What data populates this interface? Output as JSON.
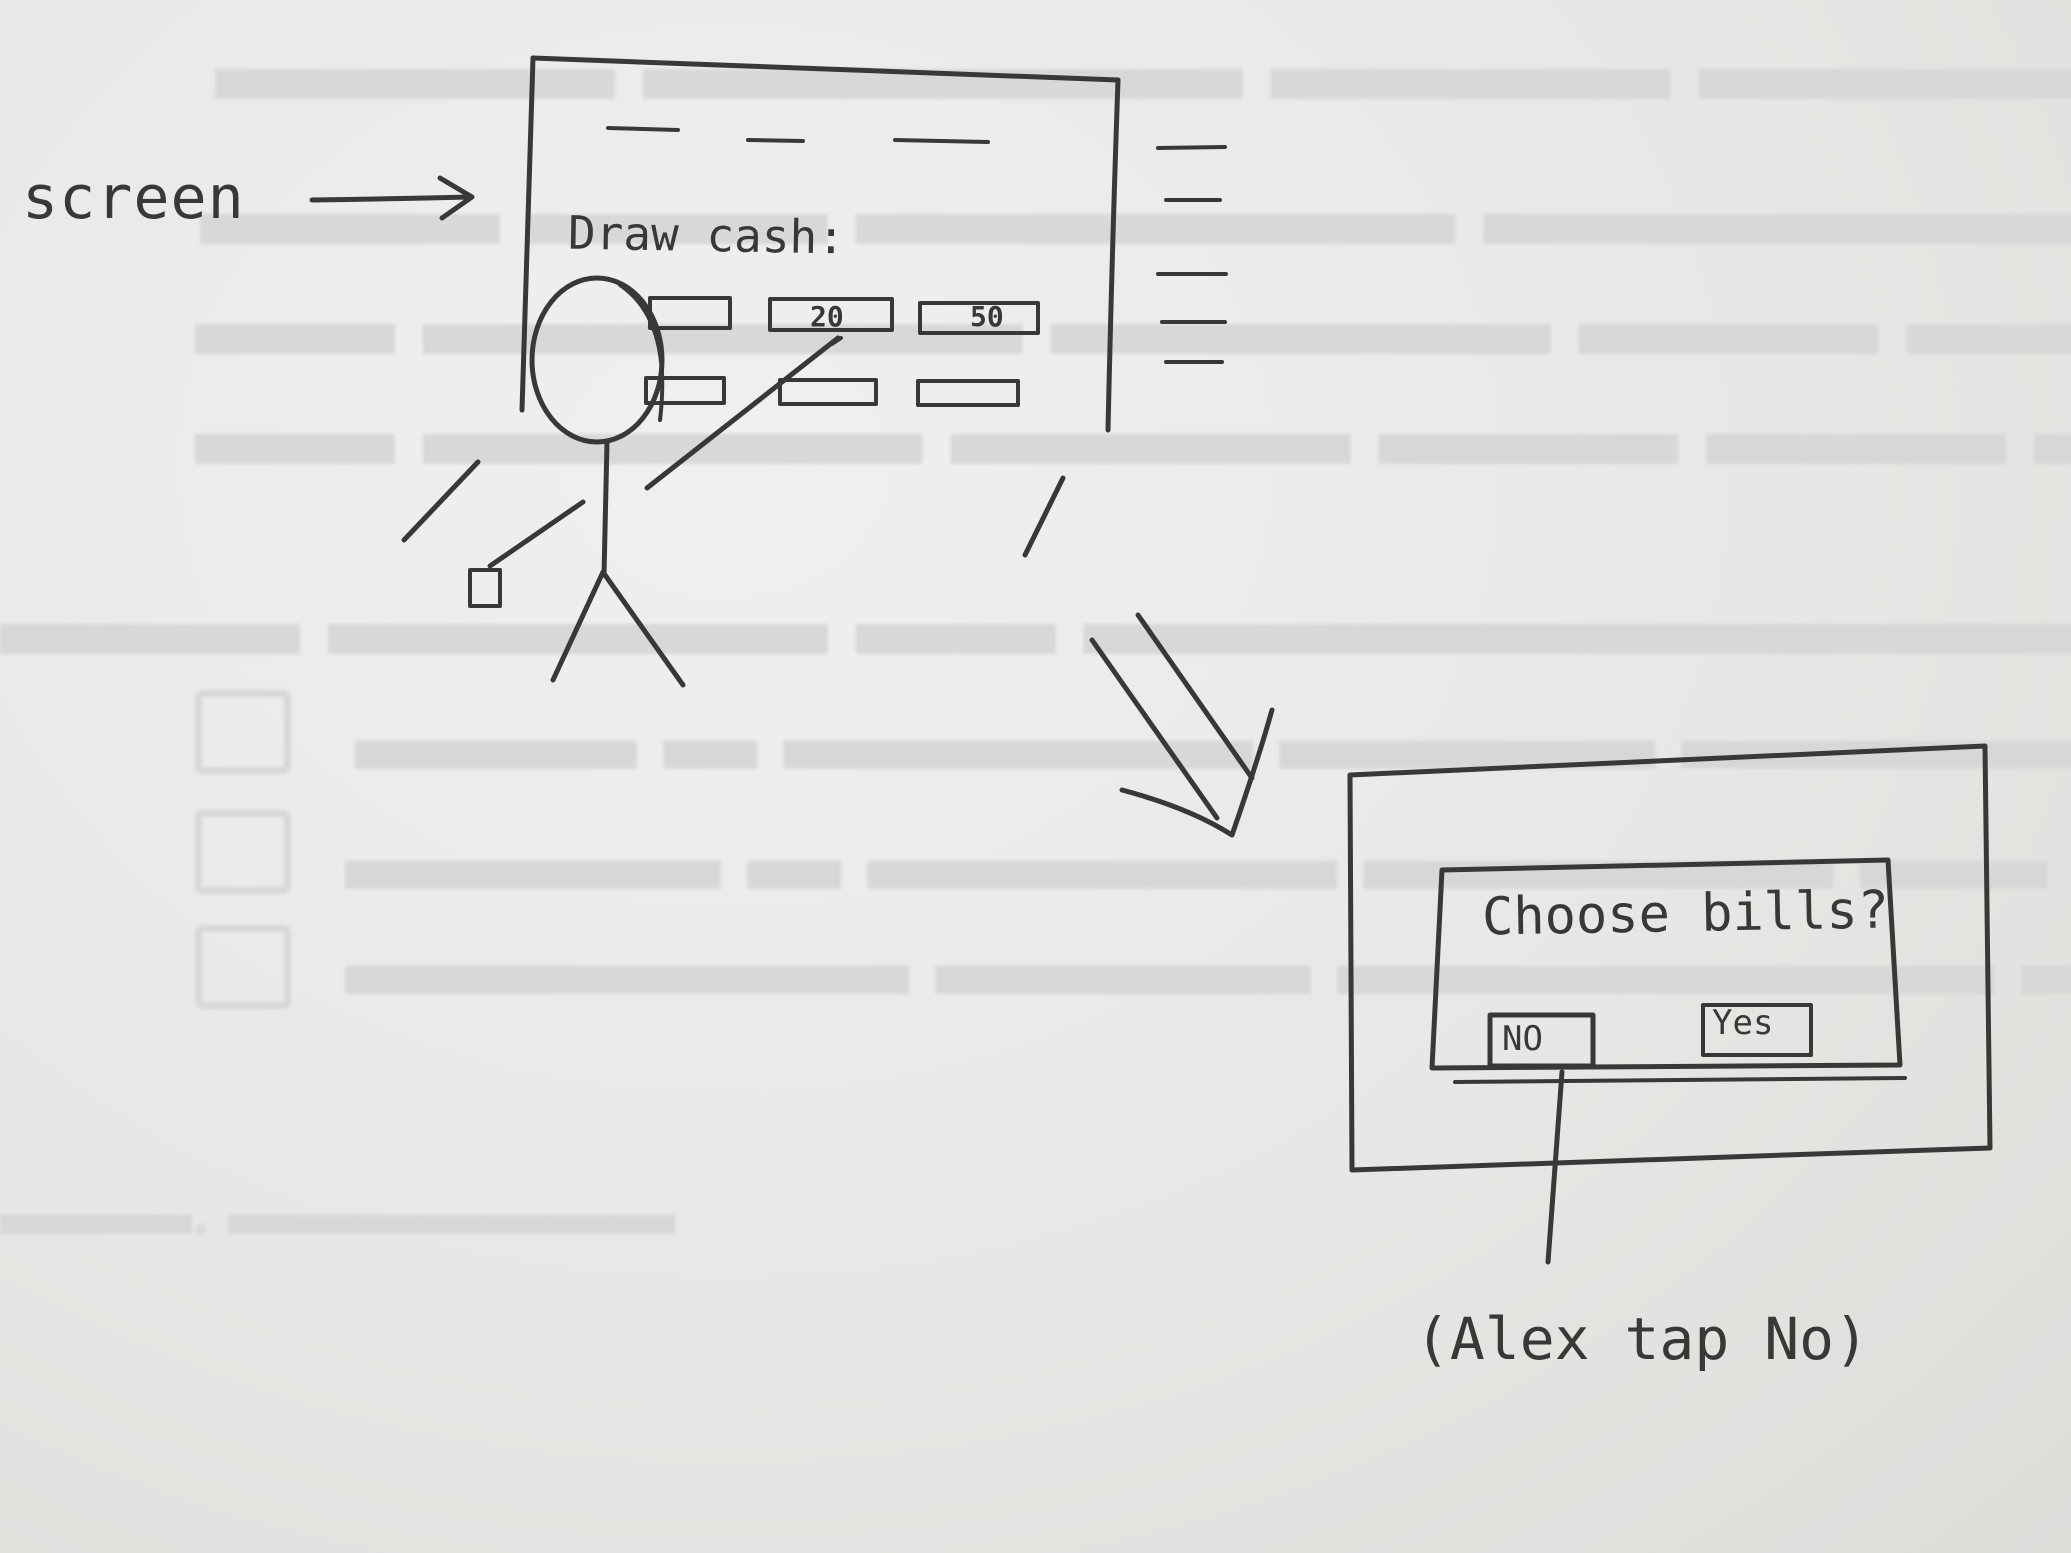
{
  "annotations": {
    "screen_label": "screen",
    "caption": "(Alex tap No)"
  },
  "main_screen": {
    "prompt": "Draw cash:",
    "amount_buttons": [
      "20",
      "50"
    ]
  },
  "dialog": {
    "title": "Choose bills?",
    "no_label": "NO",
    "yes_label": "Yes"
  }
}
